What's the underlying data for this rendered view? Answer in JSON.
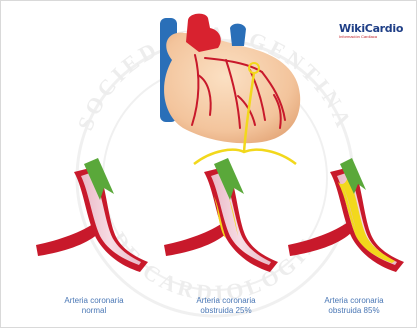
{
  "logo": {
    "name": "WikiCardio",
    "subtitle": "Información Cardiaca"
  },
  "watermark": {
    "top": "SOCIEDAD ARGENTINA",
    "bottom": "DE CARDIOLOGIA"
  },
  "captions": [
    {
      "line1": "Arteria coronaria",
      "line2": "normal"
    },
    {
      "line1": "Arteria coronaria",
      "line2": "obstruida 25%"
    },
    {
      "line1": "Arteria coronaria",
      "line2": "obstruida 85%"
    }
  ],
  "colors": {
    "artery_red": "#c8192b",
    "lumen_pink": "#f2d3dc",
    "plaque_yellow": "#f2d81c",
    "arrow_green": "#5aa83a",
    "heart_peach": "#f6cfaa",
    "aorta_blue": "#2a6fb8",
    "caption_blue": "#4a77b5"
  },
  "obstruction_levels": [
    0,
    25,
    85
  ]
}
